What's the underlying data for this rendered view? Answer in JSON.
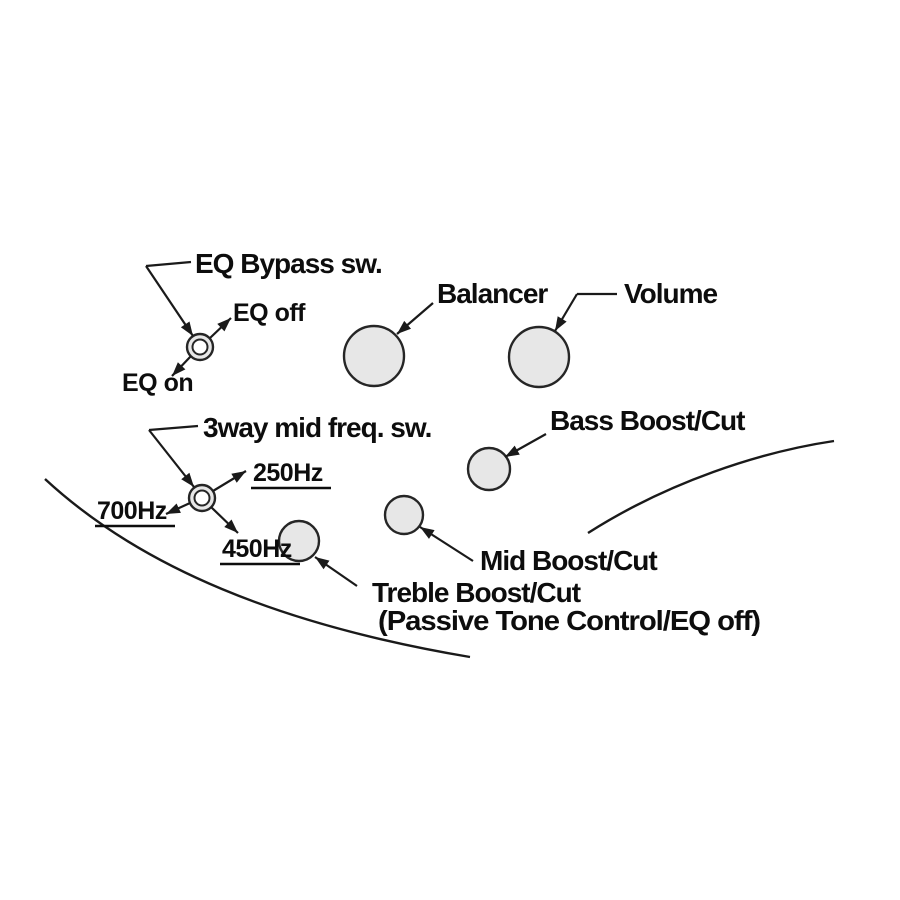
{
  "diagram": {
    "labels": {
      "eq_bypass": "EQ Bypass sw.",
      "eq_off": "EQ off",
      "eq_on": "EQ on",
      "balancer": "Balancer",
      "volume": "Volume",
      "bass_boost_cut": "Bass Boost/Cut",
      "mid_freq_sw": "3way mid freq. sw.",
      "freq_250": "250Hz",
      "freq_700": "700Hz",
      "freq_450": "450Hz",
      "mid_boost_cut": "Mid Boost/Cut",
      "treble_boost_cut": "Treble Boost/Cut",
      "treble_boost_cut_sub": "(Passive Tone Control/EQ off)"
    },
    "colors": {
      "background": "#ffffff",
      "line": "#1a1a1a",
      "text": "#0d0d0d",
      "knob_fill": "#e7e7e7"
    }
  }
}
